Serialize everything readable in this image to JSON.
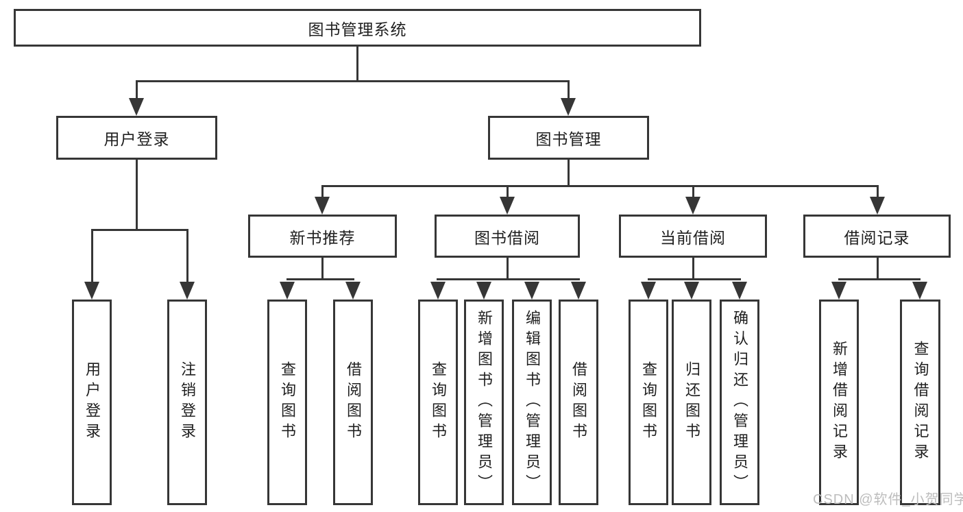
{
  "tree": {
    "root": {
      "label": "图书管理系统",
      "children": [
        {
          "label": "用户登录",
          "children": [
            {
              "label": "用户登录"
            },
            {
              "label": "注销登录"
            }
          ]
        },
        {
          "label": "图书管理",
          "children": [
            {
              "label": "新书推荐",
              "children": [
                {
                  "label": "查询图书"
                },
                {
                  "label": "借阅图书"
                }
              ]
            },
            {
              "label": "图书借阅",
              "children": [
                {
                  "label": "查询图书"
                },
                {
                  "label": "新增图书（管理员）"
                },
                {
                  "label": "编辑图书（管理员）"
                },
                {
                  "label": "借阅图书"
                }
              ]
            },
            {
              "label": "当前借阅",
              "children": [
                {
                  "label": "查询图书"
                },
                {
                  "label": "归还图书"
                },
                {
                  "label": "确认归还（管理员）"
                }
              ]
            },
            {
              "label": "借阅记录",
              "children": [
                {
                  "label": "新增借阅记录"
                },
                {
                  "label": "查询借阅记录"
                }
              ]
            }
          ]
        }
      ]
    }
  },
  "watermark": "CSDN @软件_小贺同学",
  "colors": {
    "line": "#363636",
    "text": "#1f1f1f",
    "background": "#ffffff",
    "watermark": "#bdbdbd"
  }
}
